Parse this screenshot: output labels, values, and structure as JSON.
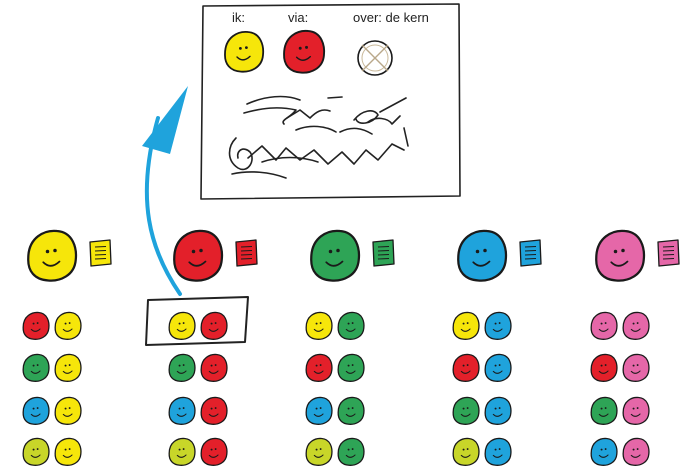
{
  "card": {
    "labels": {
      "ik": "ik:",
      "via": "via:",
      "over": "over: de kern"
    },
    "faces": {
      "ik": {
        "color": "#f6e60a",
        "icon": "yellow-face-icon"
      },
      "via": {
        "color": "#e3202a",
        "icon": "red-face-icon"
      },
      "over": {
        "color": "#ffffff",
        "icon": "crossed-circle-icon"
      }
    },
    "scribble": "handwritten-scribble-icon"
  },
  "arrow": {
    "color": "#1fa3dc",
    "icon": "curved-arrow-up-icon"
  },
  "palette": {
    "yellow": "#f6e60a",
    "red": "#e3202a",
    "green": "#2ea456",
    "blue": "#1fa3dc",
    "pink": "#e567a8",
    "lime": "#c8d629"
  },
  "columns": [
    {
      "id": "yellow",
      "main": "yellow",
      "note": "yellow",
      "pairs": [
        [
          "red",
          "yellow"
        ],
        [
          "green",
          "yellow"
        ],
        [
          "blue",
          "yellow"
        ],
        [
          "lime",
          "yellow"
        ]
      ]
    },
    {
      "id": "red",
      "main": "red",
      "note": "red",
      "highlighted_pair": 0,
      "pairs": [
        [
          "yellow",
          "red"
        ],
        [
          "green",
          "red"
        ],
        [
          "blue",
          "red"
        ],
        [
          "lime",
          "red"
        ]
      ]
    },
    {
      "id": "green",
      "main": "green",
      "note": "green",
      "pairs": [
        [
          "yellow",
          "green"
        ],
        [
          "red",
          "green"
        ],
        [
          "blue",
          "green"
        ],
        [
          "lime",
          "green"
        ]
      ]
    },
    {
      "id": "blue",
      "main": "blue",
      "note": "blue",
      "pairs": [
        [
          "yellow",
          "blue"
        ],
        [
          "red",
          "blue"
        ],
        [
          "green",
          "blue"
        ],
        [
          "lime",
          "blue"
        ]
      ]
    },
    {
      "id": "pink",
      "main": "pink",
      "note": "pink",
      "pairs": [
        [
          "pink",
          "pink"
        ],
        [
          "red",
          "pink"
        ],
        [
          "green",
          "pink"
        ],
        [
          "blue",
          "pink"
        ]
      ]
    }
  ]
}
